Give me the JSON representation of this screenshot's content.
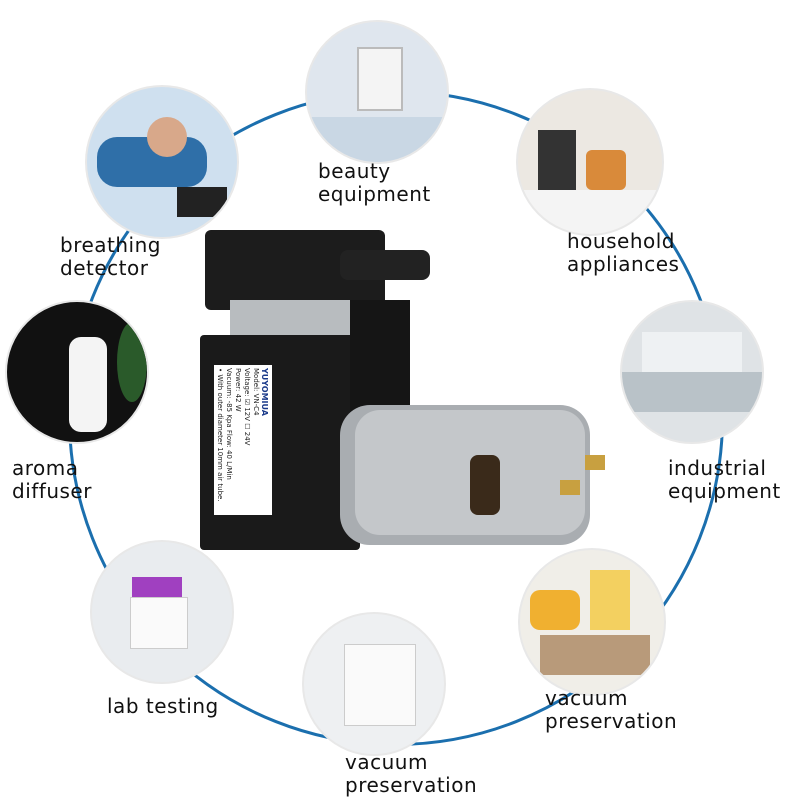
{
  "applications": [
    {
      "id": "beauty",
      "label_lines": [
        "beauty",
        "equipment"
      ]
    },
    {
      "id": "household",
      "label_lines": [
        "household",
        "appliances"
      ]
    },
    {
      "id": "breathing",
      "label_lines": [
        "breathing",
        "detector"
      ]
    },
    {
      "id": "aroma",
      "label_lines": [
        "aroma",
        "diffuser"
      ]
    },
    {
      "id": "industrial",
      "label_lines": [
        "industrial",
        "equipment"
      ]
    },
    {
      "id": "lab",
      "label_lines": [
        "lab testing"
      ]
    },
    {
      "id": "vacuum-right",
      "label_lines": [
        "vacuum",
        "preservation"
      ]
    },
    {
      "id": "vacuum-bottom",
      "label_lines": [
        "vacuum",
        "preservation"
      ]
    }
  ],
  "product_label": {
    "brand": "YUYOMIUA",
    "model": "Model:  VN-C4",
    "voltage": "Voltage: ☑ 12V  ☐ 24V",
    "power": "Power:  42 W",
    "vacuum": "Vacuum: -85 Kpa   Flow: 40 L/Min",
    "note": "• With outer diameter 10mm air tube."
  },
  "colors": {
    "ring": "#1b6fae"
  }
}
